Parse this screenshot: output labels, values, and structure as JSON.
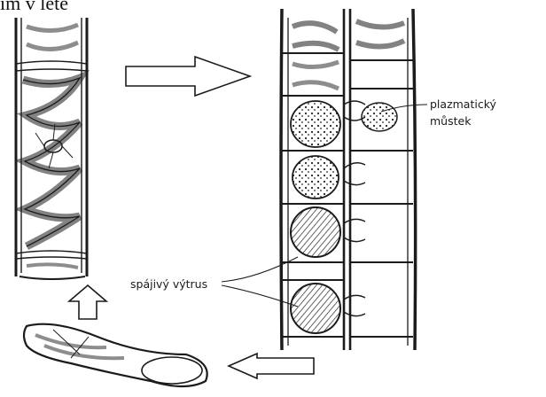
{
  "header": {
    "cut_text": "ím v lete"
  },
  "labels": {
    "bridge_line1": "plazmatický",
    "bridge_line2": "můstek",
    "spore": "spájivý výtrus"
  }
}
